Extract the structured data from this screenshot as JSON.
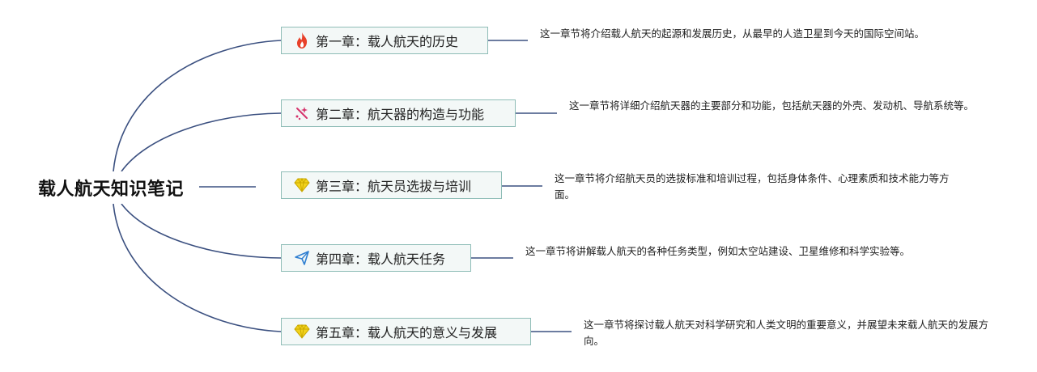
{
  "root": {
    "title": "载人航天知识笔记"
  },
  "chapters": [
    {
      "title": "第一章：载人航天的历史",
      "icon": "fire-icon",
      "icon_color": "#e8412a",
      "description": "这一章节将介绍载人航天的起源和发展历史，从最早的人造卫星到今天的国际空间站。"
    },
    {
      "title": "第二章：航天器的构造与功能",
      "icon": "sparkle-icon",
      "icon_color": "#d6336c",
      "description": "这一章节将详细介绍航天器的主要部分和功能，包括航天器的外壳、发动机、导航系统等。"
    },
    {
      "title": "第三章：航天员选拔与培训",
      "icon": "gem-icon",
      "icon_color": "#f2d21b",
      "description": "这一章节将介绍航天员的选拔标准和培训过程，包括身体条件、心理素质和技术能力等方面。"
    },
    {
      "title": "第四章：载人航天任务",
      "icon": "paper-plane-icon",
      "icon_color": "#2f7fd1",
      "description": "这一章节将讲解载人航天的各种任务类型，例如太空站建设、卫星维修和科学实验等。"
    },
    {
      "title": "第五章：载人航天的意义与发展",
      "icon": "gem-icon",
      "icon_color": "#f2d21b",
      "description": "这一章节将探讨载人航天对科学研究和人类文明的重要意义，并展望未来载人航天的发展方向。"
    }
  ],
  "colors": {
    "connector": "#3b5080",
    "node_border": "#8fbdb7",
    "node_fill": "#f3f8f7"
  }
}
